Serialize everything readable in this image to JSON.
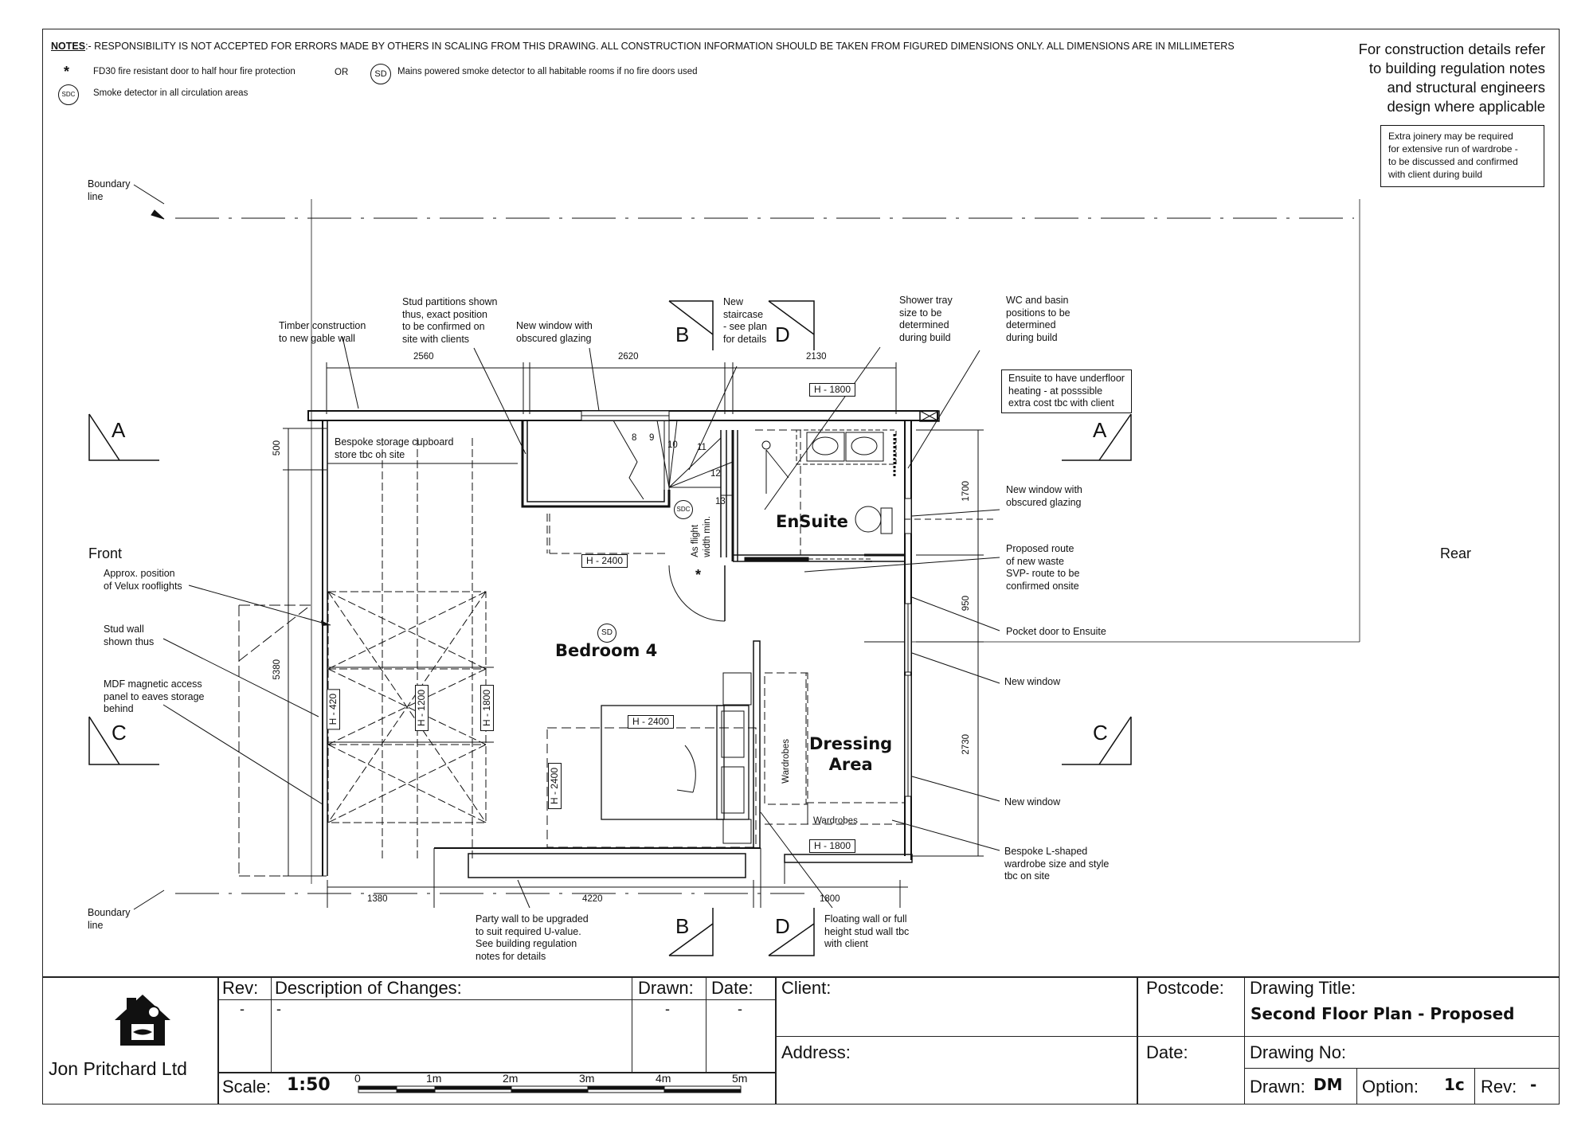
{
  "notes": {
    "main": "NOTES:- RESPONSIBILITY IS NOT ACCEPTED FOR ERRORS MADE BY OTHERS IN SCALING FROM THIS DRAWING. ALL CONSTRUCTION INFORMATION SHOULD BE TAKEN FROM FIGURED DIMENSIONS ONLY. ALL DIMENSIONS ARE IN MILLIMETERS",
    "notes_prefix": "NOTES",
    "fire_door": "FD30 fire resistant door to half hour fire protection",
    "or": "OR",
    "sd_symbol": "SD",
    "sd_text": "Mains powered smoke detector to all habitable rooms if no fire doors used",
    "sdc_symbol": "SDC",
    "sdc_text": "Smoke detector in all circulation areas",
    "star": "*"
  },
  "construction_note": "For construction details refer\nto building regulation notes\nand structural engineers\ndesign where applicable",
  "joinery_note": "Extra joinery may be required\nfor extensive run of wardrobe -\nto be discussed and confirmed\nwith client during build",
  "labels": {
    "boundary_top": "Boundary\nline",
    "boundary_bottom": "Boundary\nline",
    "front": "Front",
    "rear": "Rear",
    "timber": "Timber construction\nto new gable wall",
    "stud_partitions": "Stud partitions shown\nthus, exact position\nto be confirmed on\nsite with clients",
    "new_window_obscured_top": "New window with\nobscured glazing",
    "new_staircase": "New\nstaircase\n- see plan\nfor details",
    "shower_tray": "Shower tray\nsize to be\ndetermined\nduring build",
    "wc_basin": "WC and basin\npositions to be\ndetermined\nduring build",
    "underfloor": "Ensuite to have underfloor\nheating - at posssible\nextra cost tbc with client",
    "storage_cupboard": "Bespoke storage cupboard\nstore tbc on site",
    "new_window_obscured_right": "New window with\nobscured glazing",
    "waste_route": "Proposed route\nof new waste\nSVP- route to be\nconfirmed onsite",
    "pocket_door": "Pocket door to Ensuite",
    "new_window_1": "New window",
    "new_window_2": "New window",
    "l_wardrobe": "Bespoke L-shaped\nwardrobe size and style\ntbc on site",
    "floating_wall": "Floating wall or full\nheight stud wall tbc\nwith client",
    "party_wall": "Party wall to be upgraded\nto suit required U-value.\nSee building regulation\nnotes for details",
    "velux": "Approx. position\nof Velux rooflights",
    "stud_wall": "Stud wall\nshown thus",
    "mdf_panel": "MDF magnetic access\npanel to eaves storage\nbehind",
    "flight_width": "As flight\nwidth min.",
    "wardrobes_v": "Wardrobes",
    "wardrobes_h": "Wardrobes"
  },
  "rooms": {
    "ensuite": "EnSuite",
    "bedroom": "Bedroom 4",
    "dressing": "Dressing\nArea"
  },
  "heights": {
    "h1800_top": "H - 1800",
    "h2400_stair": "H - 2400",
    "h2400_bed": "H - 2400",
    "h2400_v": "H - 2400",
    "h1800_bottom": "H - 1800",
    "h420": "H - 420",
    "h1200": "H - 1200",
    "h1800_v": "H - 1800"
  },
  "dimensions": {
    "d2560": "2560",
    "d2620": "2620",
    "d2130": "2130",
    "d1380": "1380",
    "d4220": "4220",
    "d1800": "1800",
    "d500": "500",
    "d5380": "5380",
    "d1700": "1700",
    "d950": "950",
    "d2730": "2730"
  },
  "stairs": [
    "8",
    "9",
    "10",
    "11",
    "12",
    "13"
  ],
  "section_marks": {
    "a": "A",
    "b": "B",
    "c": "C",
    "d": "D"
  },
  "title_block": {
    "company": "Jon Pritchard Ltd",
    "rev_label": "Rev:",
    "rev_value": "-",
    "description_label": "Description of Changes:",
    "description_value": "-",
    "drawn_label": "Drawn:",
    "drawn_value": "-",
    "date_label": "Date:",
    "date_value": "-",
    "client_label": "Client:",
    "postcode_label": "Postcode:",
    "address_label": "Address:",
    "date2_label": "Date:",
    "drawing_title_label": "Drawing Title:",
    "drawing_title": "Second Floor Plan - Proposed",
    "drawing_no_label": "Drawing No:",
    "drawn_by_label": "Drawn:",
    "drawn_by": "DM",
    "option_label": "Option:",
    "option_value": "1c",
    "rev2_label": "Rev:",
    "rev2_value": "-",
    "scale_label": "Scale:",
    "scale_value": "1:50",
    "scale_ticks": [
      "0",
      "1m",
      "2m",
      "3m",
      "4m",
      "5m"
    ]
  }
}
